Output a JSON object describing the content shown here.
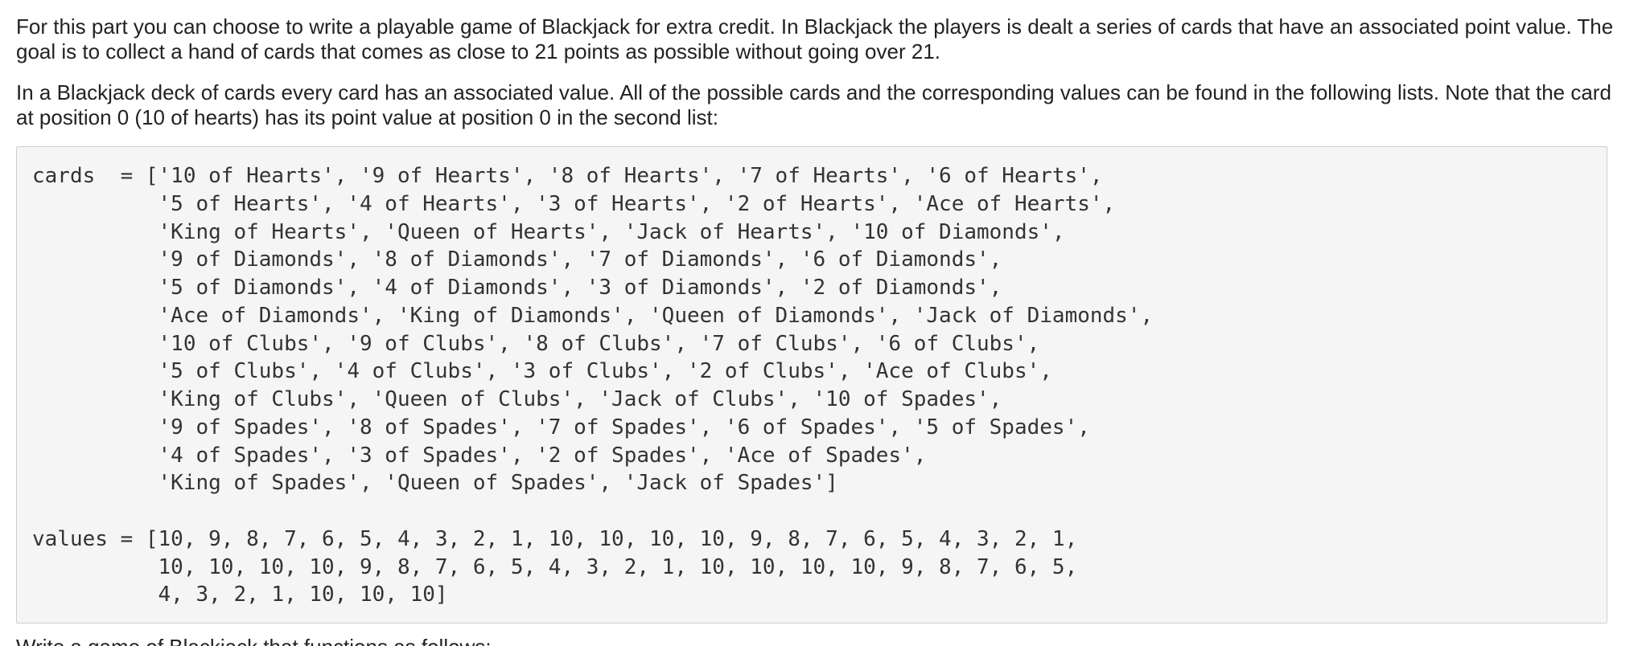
{
  "paragraphs": {
    "intro": "For this part you can choose to write a playable game of Blackjack for extra credit. In Blackjack the players is dealt a series of cards that have an associated point value. The goal is to collect a hand of cards that comes as close to 21 points as possible without going over 21.",
    "deck": "In a Blackjack deck of cards every card has an associated value. All of the possible cards and the corresponding values can be found in the following lists. Note that the card at position 0 (10 of hearts) has its point value at position 0 in the second list:"
  },
  "code": {
    "lines": [
      "cards  = ['10 of Hearts', '9 of Hearts', '8 of Hearts', '7 of Hearts', '6 of Hearts',",
      "          '5 of Hearts', '4 of Hearts', '3 of Hearts', '2 of Hearts', 'Ace of Hearts',",
      "          'King of Hearts', 'Queen of Hearts', 'Jack of Hearts', '10 of Diamonds',",
      "          '9 of Diamonds', '8 of Diamonds', '7 of Diamonds', '6 of Diamonds',",
      "          '5 of Diamonds', '4 of Diamonds', '3 of Diamonds', '2 of Diamonds',",
      "          'Ace of Diamonds', 'King of Diamonds', 'Queen of Diamonds', 'Jack of Diamonds',",
      "          '10 of Clubs', '9 of Clubs', '8 of Clubs', '7 of Clubs', '6 of Clubs',",
      "          '5 of Clubs', '4 of Clubs', '3 of Clubs', '2 of Clubs', 'Ace of Clubs',",
      "          'King of Clubs', 'Queen of Clubs', 'Jack of Clubs', '10 of Spades',",
      "          '9 of Spades', '8 of Spades', '7 of Spades', '6 of Spades', '5 of Spades',",
      "          '4 of Spades', '3 of Spades', '2 of Spades', 'Ace of Spades',",
      "          'King of Spades', 'Queen of Spades', 'Jack of Spades']",
      "",
      "values = [10, 9, 8, 7, 6, 5, 4, 3, 2, 1, 10, 10, 10, 10, 9, 8, 7, 6, 5, 4, 3, 2, 1,",
      "          10, 10, 10, 10, 9, 8, 7, 6, 5, 4, 3, 2, 1, 10, 10, 10, 10, 9, 8, 7, 6, 5,",
      "          4, 3, 2, 1, 10, 10, 10]"
    ]
  },
  "clipped_text": "Write a game of Blackjack that functions as follows:"
}
